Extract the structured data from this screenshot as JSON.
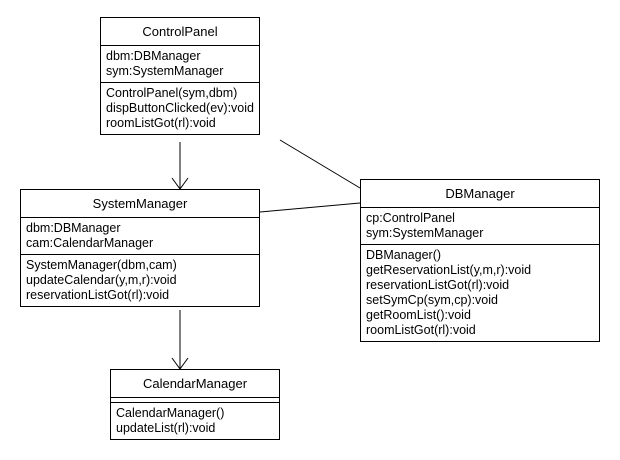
{
  "classes": {
    "control_panel": {
      "name": "ControlPanel",
      "attributes": [
        "dbm:DBManager",
        "sym:SystemManager"
      ],
      "operations": [
        "ControlPanel(sym,dbm)",
        "dispButtonClicked(ev):void",
        "roomListGot(rl):void"
      ]
    },
    "system_manager": {
      "name": "SystemManager",
      "attributes": [
        "dbm:DBManager",
        "cam:CalendarManager"
      ],
      "operations": [
        "SystemManager(dbm,cam)",
        "updateCalendar(y,m,r):void",
        "reservationListGot(rl):void"
      ]
    },
    "db_manager": {
      "name": "DBManager",
      "attributes": [
        "cp:ControlPanel",
        "sym:SystemManager"
      ],
      "operations": [
        "DBManager()",
        "getReservationList(y,m,r):void",
        "reservationListGot(rl):void",
        "setSymCp(sym,cp):void",
        "getRoomList():void",
        "roomListGot(rl):void"
      ]
    },
    "calendar_manager": {
      "name": "CalendarManager",
      "attributes": [],
      "operations": [
        "CalendarManager()",
        "updateList(rl):void"
      ]
    }
  },
  "edges": [
    {
      "from": "control_panel",
      "to": "system_manager",
      "kind": "navigable-association"
    },
    {
      "from": "control_panel",
      "to": "db_manager",
      "kind": "association"
    },
    {
      "from": "system_manager",
      "to": "db_manager",
      "kind": "association"
    },
    {
      "from": "system_manager",
      "to": "calendar_manager",
      "kind": "navigable-association"
    }
  ]
}
